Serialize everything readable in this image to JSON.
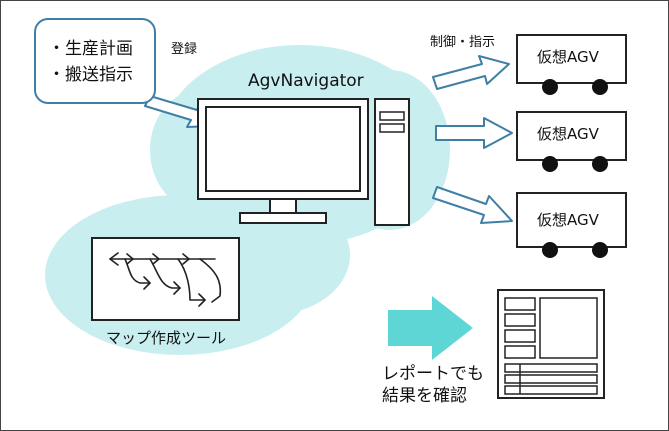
{
  "request_box": {
    "lines": [
      "・生産計画",
      "・搬送指示"
    ]
  },
  "labels": {
    "register": "登録",
    "control": "制御・指示",
    "app_name": "AgvNavigator",
    "map_tool": "マップ作成ツール",
    "report_line1": "レポートでも",
    "report_line2": "結果を確認"
  },
  "agvs": [
    {
      "label": "仮想AGV"
    },
    {
      "label": "仮想AGV"
    },
    {
      "label": "仮想AGV"
    }
  ],
  "colors": {
    "cloud": "#c8eef0",
    "arrow_stroke": "#3f7fa6",
    "arrow_fill": "#ffffff",
    "report_arrow": "#5fd6d6",
    "outline": "#222222"
  }
}
